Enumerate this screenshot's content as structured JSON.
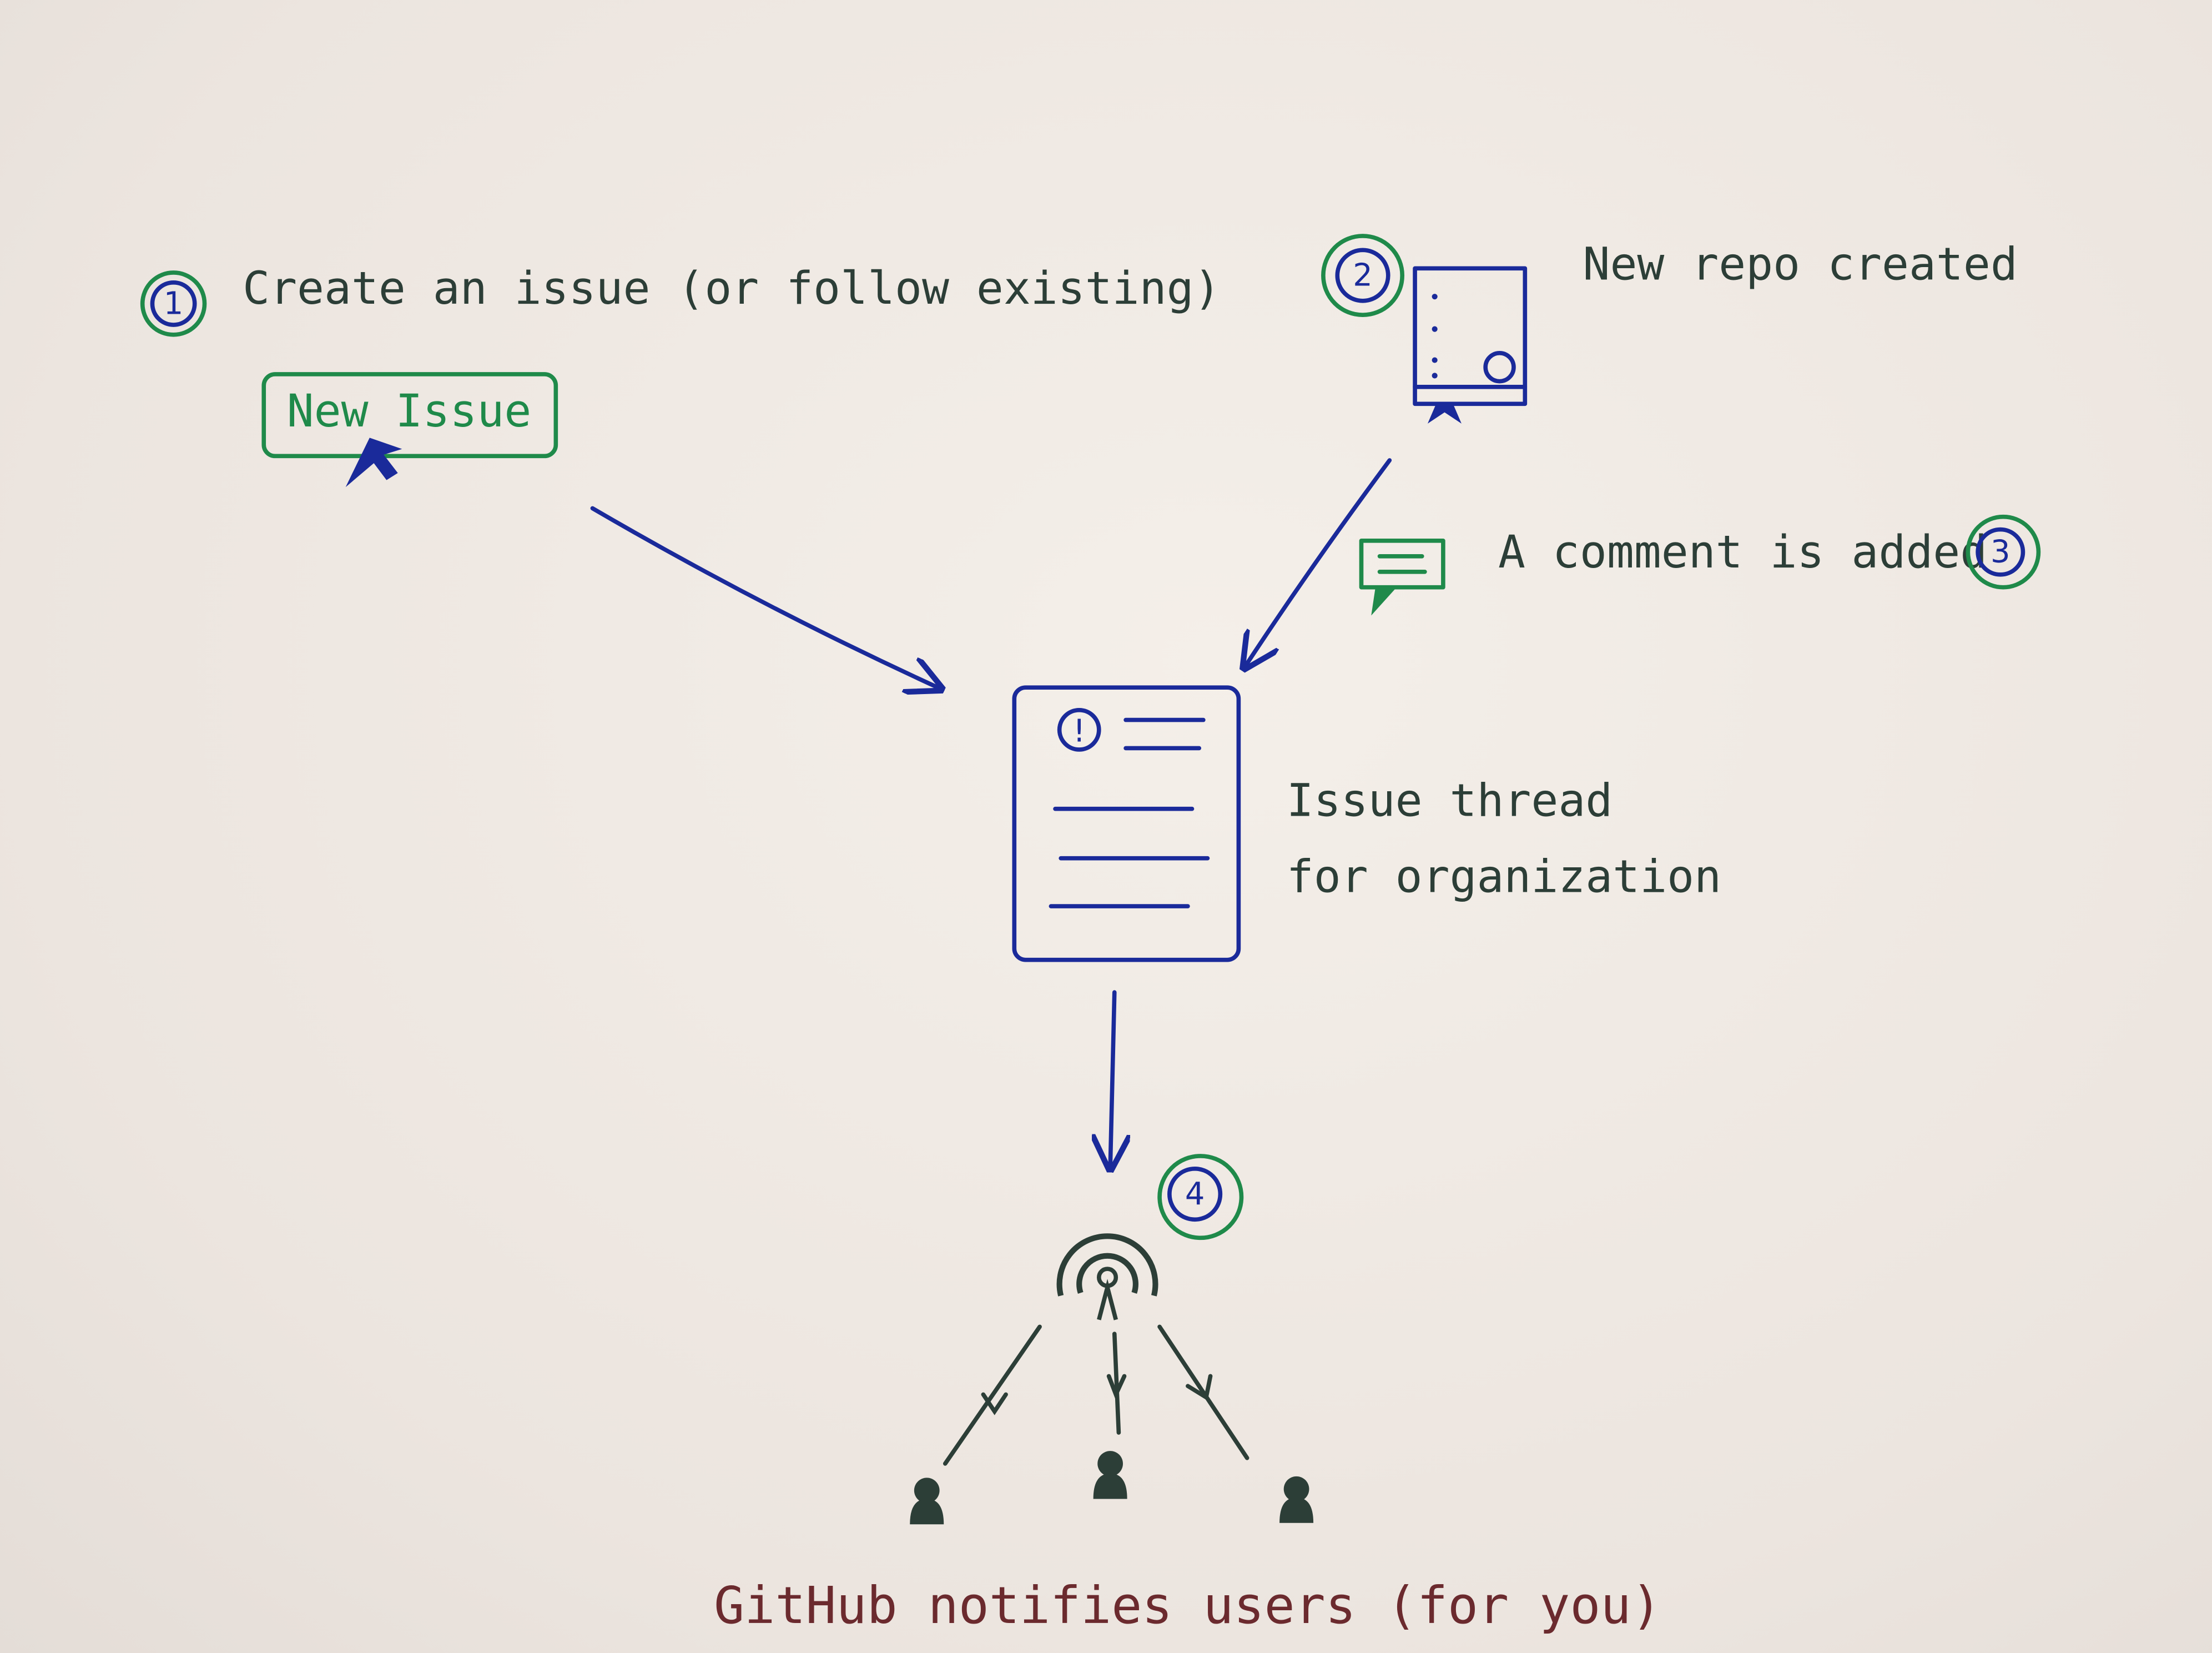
{
  "steps": [
    {
      "number": "1",
      "text": "Create an issue (or follow existing)"
    },
    {
      "number": "2",
      "text": "New repo created"
    },
    {
      "number": "3",
      "text": "A comment is added"
    },
    {
      "number": "4",
      "text": ""
    }
  ],
  "new_issue_button": {
    "label": "New Issue"
  },
  "issue_thread": {
    "line1": "Issue thread",
    "line2": "for organization",
    "icon_glyph": "!"
  },
  "footer": {
    "text": "GitHub notifies users (for you)"
  },
  "colors": {
    "blue_ink": "#1a2a9a",
    "green_ink": "#1f8a4a",
    "dark_ink": "#2c3e37",
    "maroon_ink": "#6b2a2e",
    "paper": "#efe9e4"
  },
  "icons": [
    "cursor-icon",
    "repo-book-icon",
    "comment-bubble-icon",
    "issue-document-icon",
    "broadcast-icon",
    "user-icon"
  ]
}
